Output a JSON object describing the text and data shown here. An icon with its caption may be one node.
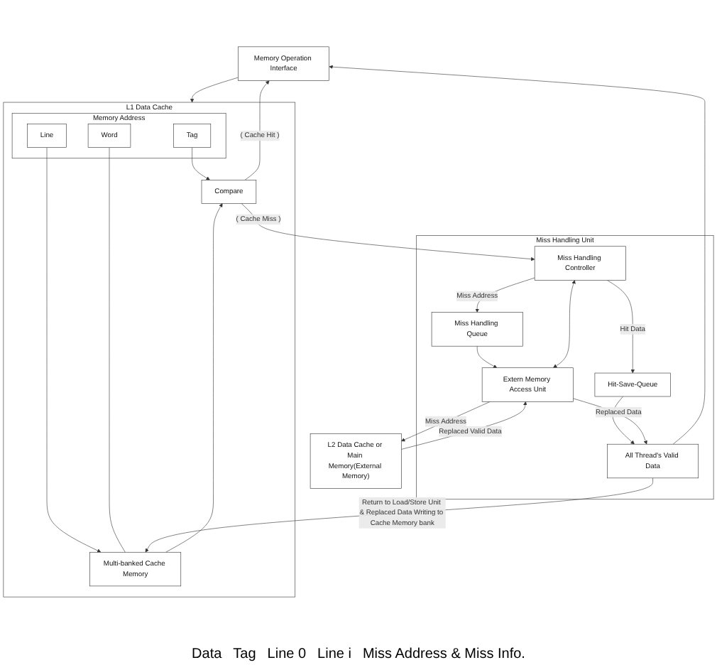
{
  "diagram": {
    "nodes": [
      {
        "text": [
          "Memory Operation Interface"
        ]
      },
      {
        "text": [
          "L1 Data Cache"
        ]
      },
      {
        "text": [
          "Memory Address"
        ],
        "in": 1
      },
      {
        "text": [
          "Tag"
        ],
        "in": 2
      },
      {
        "text": [
          "Line"
        ],
        "in": 2
      },
      {
        "text": [
          "Word"
        ],
        "in": 2
      },
      {
        "text": [
          "Compare"
        ],
        "in": 1
      },
      {
        "text": [
          "Multi-banked Cache Memory"
        ],
        "in": 1
      },
      {
        "text": [
          "Miss Handling Unit"
        ]
      },
      {
        "text": [
          "Miss Handling Controller"
        ],
        "in": 8
      },
      {
        "text": [
          "Hit-Save-Queue"
        ],
        "in": 8
      },
      {
        "text": [
          "Miss Handling Queue"
        ],
        "in": 8
      },
      {
        "text": [
          "All Thread's Valid Data"
        ],
        "in": 8
      },
      {
        "text": [
          "Extern Memory Access Unit"
        ],
        "in": 8
      },
      {
        "text": [
          "L2 Data Cache or Main Memory(External Memory)"
        ]
      }
    ],
    "edges": [
      {
        "from": 0,
        "to": 1,
        "arrow": "to"
      },
      {
        "from": 3,
        "to": 6,
        "arrow": "to"
      },
      {
        "from": 7,
        "to": 6,
        "arrow": "to"
      },
      {
        "from": 4,
        "to": 7,
        "arrow": "to"
      },
      {
        "from": 5,
        "to": 7,
        "arrow": "none"
      },
      {
        "from": 6,
        "to": 0,
        "arrow": "to",
        "label": "( Cache Hit )"
      },
      {
        "from": 6,
        "to": 9,
        "arrow": "to",
        "label": "( Cache Miss )"
      },
      {
        "from": 9,
        "to": 10,
        "arrow": "to",
        "label": "Hit Data"
      },
      {
        "from": 9,
        "to": 11,
        "arrow": "to",
        "label": "Miss Address"
      },
      {
        "from": 10,
        "to": 12,
        "arrow": "to"
      },
      {
        "from": 11,
        "to": 13,
        "arrow": "to"
      },
      {
        "from": 13,
        "to": 9,
        "arrow": "both"
      },
      {
        "from": 13,
        "to": 12,
        "arrow": "to",
        "label": "Replaced Data"
      },
      {
        "from": 12,
        "to": 0,
        "arrow": "to"
      },
      {
        "from": 12,
        "to": 7,
        "arrow": "to",
        "label": "Return to Load/Store Unit & Replaced Data Writing to Cache Memory bank"
      },
      {
        "from": 13,
        "to": 14,
        "arrow": "to",
        "label": "Miss Address"
      },
      {
        "from": 14,
        "to": 13,
        "arrow": "to",
        "label": "Replaced Valid Data"
      }
    ],
    "labels": [
      "Data",
      "Tag",
      "Line 0",
      "Line i",
      "Miss Address & Miss Info."
    ]
  }
}
